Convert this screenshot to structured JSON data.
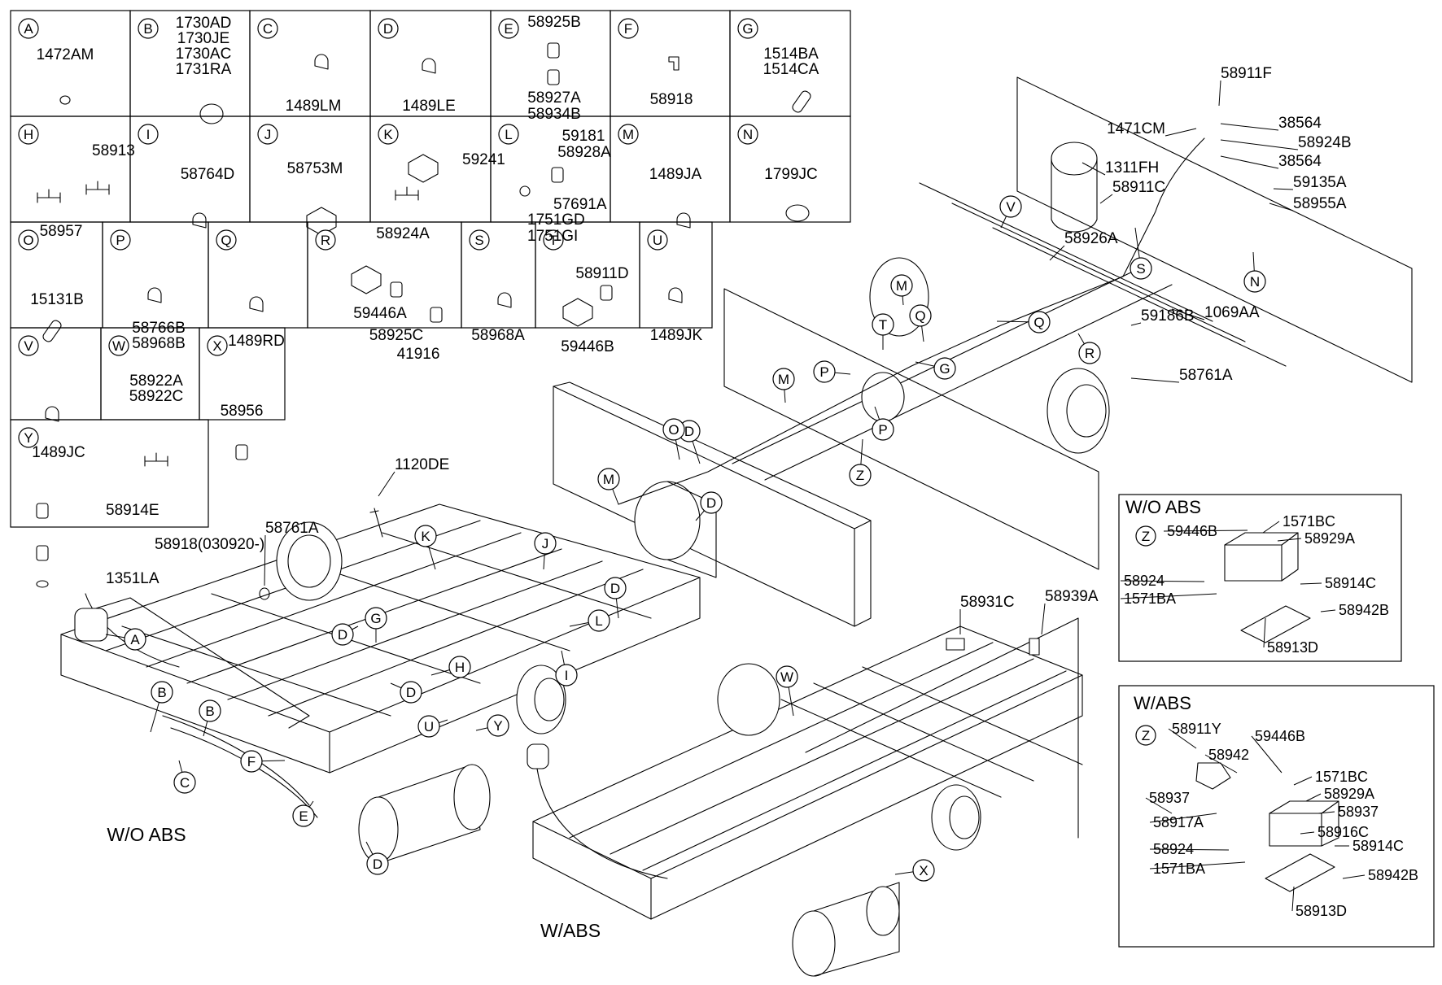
{
  "legend_cells": [
    {
      "letter": "A",
      "parts": [
        "1472AM"
      ]
    },
    {
      "letter": "B",
      "parts": [
        "1730AD",
        "1730JE",
        "1730AC",
        "1731RA"
      ]
    },
    {
      "letter": "C",
      "parts": [
        "1489LM"
      ]
    },
    {
      "letter": "D",
      "parts": [
        "1489LE"
      ]
    },
    {
      "letter": "E",
      "parts": [
        "58925B",
        "58927A",
        "58934B"
      ]
    },
    {
      "letter": "F",
      "parts": [
        "58918"
      ]
    },
    {
      "letter": "G",
      "parts": [
        "1514BA",
        "1514CA"
      ]
    },
    {
      "letter": "H",
      "parts": [
        "58913",
        "58957"
      ]
    },
    {
      "letter": "I",
      "parts": [
        "58764D"
      ]
    },
    {
      "letter": "J",
      "parts": [
        "58753M"
      ]
    },
    {
      "letter": "K",
      "parts": [
        "59241",
        "58924A"
      ]
    },
    {
      "letter": "L",
      "parts": [
        "59181",
        "58928A",
        "57691A",
        "1751GD",
        "1751GI"
      ]
    },
    {
      "letter": "M",
      "parts": [
        "1489JA"
      ]
    },
    {
      "letter": "N",
      "parts": [
        "1799JC"
      ]
    },
    {
      "letter": "O",
      "parts": [
        "15131B"
      ]
    },
    {
      "letter": "P",
      "parts": [
        "58766B",
        "58968B"
      ]
    },
    {
      "letter": "Q",
      "parts": [
        "1489RD"
      ]
    },
    {
      "letter": "R",
      "parts": [
        "59446A",
        "58925C",
        "41916"
      ]
    },
    {
      "letter": "S",
      "parts": [
        "58968A"
      ]
    },
    {
      "letter": "T",
      "parts": [
        "58911D",
        "59446B"
      ]
    },
    {
      "letter": "U",
      "parts": [
        "1489JK"
      ]
    },
    {
      "letter": "V",
      "parts": [
        "1489JC"
      ]
    },
    {
      "letter": "W",
      "parts": [
        "58922A",
        "58922C"
      ]
    },
    {
      "letter": "X",
      "parts": [
        "58956"
      ]
    },
    {
      "letter": "Y",
      "parts": [
        "58914E",
        "58918(030920-)",
        "1351LA"
      ]
    }
  ],
  "callouts": [
    "A",
    "B",
    "B",
    "C",
    "D",
    "D",
    "D",
    "D",
    "D",
    "D",
    "E",
    "F",
    "G",
    "G",
    "H",
    "I",
    "J",
    "K",
    "L",
    "M",
    "M",
    "M",
    "N",
    "O",
    "P",
    "P",
    "Q",
    "Q",
    "R",
    "S",
    "T",
    "U",
    "V",
    "W",
    "X",
    "Y",
    "Z"
  ],
  "part_labels": [
    "58911F",
    "1471CM",
    "38564",
    "58924B",
    "38564",
    "1311FH",
    "58911C",
    "59135A",
    "58955A",
    "58926A",
    "1069AA",
    "59186B",
    "58761A",
    "1120DE",
    "58761A",
    "58931C",
    "58939A"
  ],
  "section_titles": {
    "wo_abs": "W/O ABS",
    "w_abs": "W/ABS"
  },
  "inset_wo_abs": {
    "title": "W/O ABS",
    "marker": "Z",
    "labels": [
      "59446B",
      "1571BC",
      "58929A",
      "58924",
      "1571BA",
      "58914C",
      "58942B",
      "58913D"
    ]
  },
  "inset_w_abs": {
    "title": "W/ABS",
    "marker": "Z",
    "labels": [
      "58911Y",
      "58942",
      "59446B",
      "1571BC",
      "58937",
      "58929A",
      "58937",
      "58917A",
      "58916C",
      "58924",
      "58914C",
      "1571BA",
      "58942B",
      "58913D"
    ]
  }
}
